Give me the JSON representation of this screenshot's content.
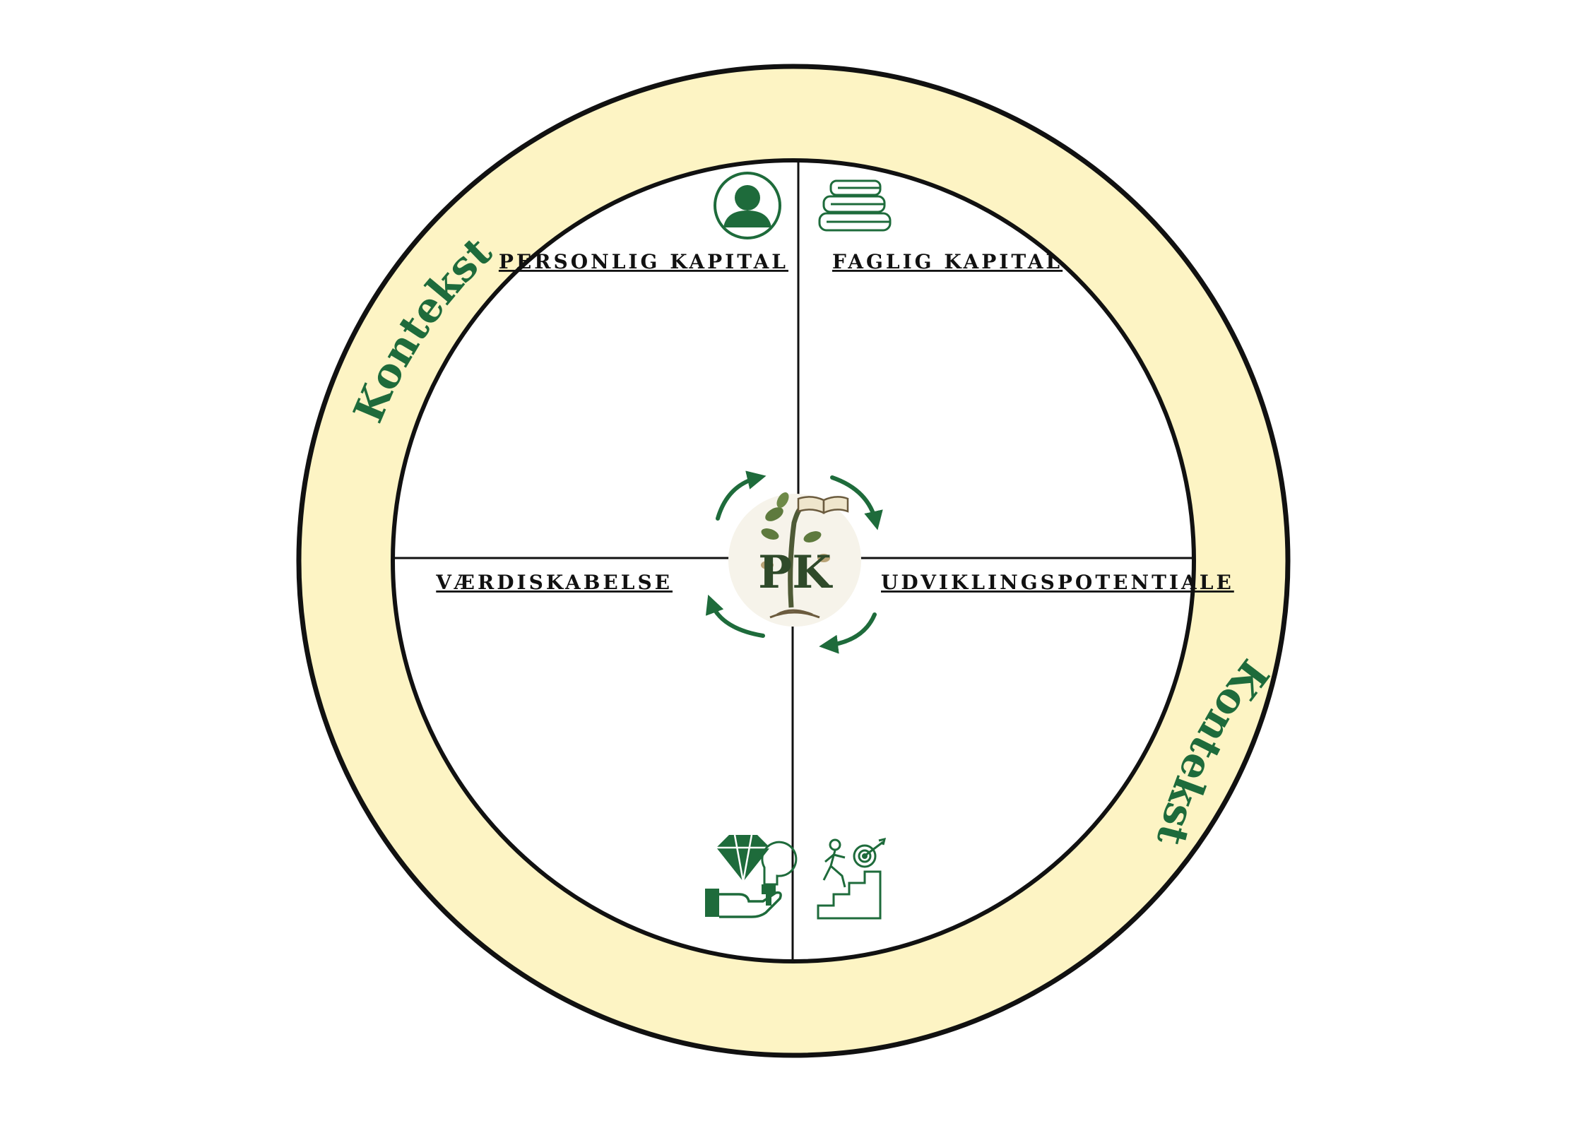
{
  "quadrants": {
    "top_left": {
      "label": "PERSONLIG KAPITAL",
      "icon": "person-icon"
    },
    "top_right": {
      "label": "FAGLIG KAPITAL",
      "icon": "books-icon"
    },
    "bottom_left": {
      "label": "VÆRDISKABELSE",
      "icon": "diamond-idea-hand-icon"
    },
    "bottom_right": {
      "label": "UDVIKLINGSPOTENTIALE",
      "icon": "stairs-target-icon"
    }
  },
  "ring": {
    "label_upper_left": "Kontekst",
    "label_lower_right": "Kontekst"
  },
  "center_logo": {
    "letters": "PK",
    "icon": "tree-book-logo"
  },
  "colors": {
    "ring_fill": "#FDF4C4",
    "accent_green": "#1E6B3B",
    "outline": "#111111"
  }
}
